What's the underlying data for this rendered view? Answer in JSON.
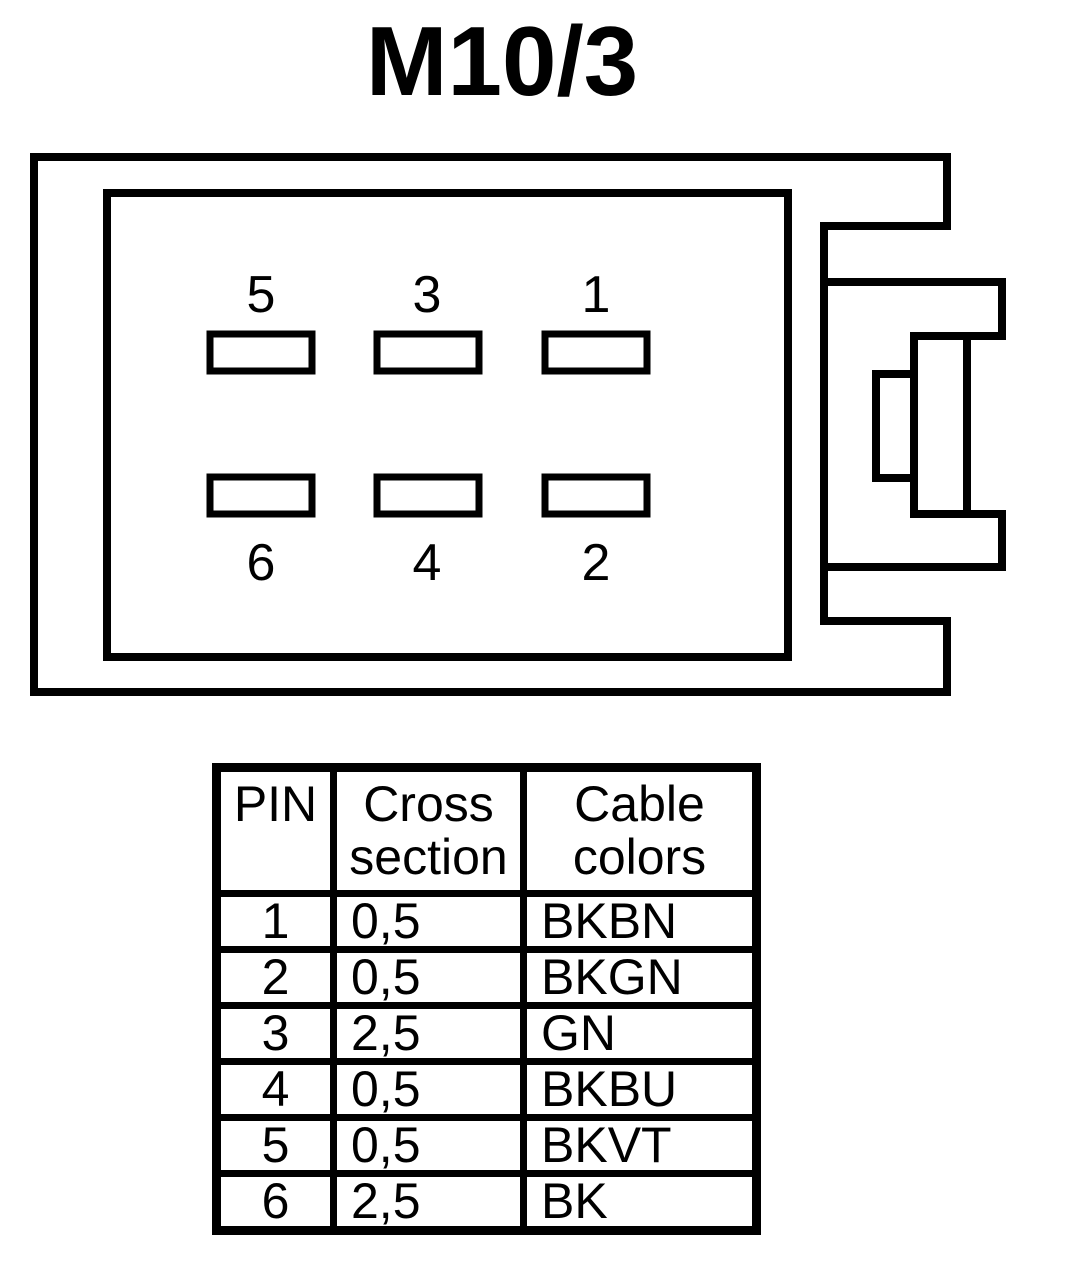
{
  "title": "M10/3",
  "connector": {
    "pin_labels_top": [
      "5",
      "3",
      "1"
    ],
    "pin_labels_bottom": [
      "6",
      "4",
      "2"
    ]
  },
  "table": {
    "headers": {
      "pin": "PIN",
      "cross_line1": "Cross",
      "cross_line2": "section",
      "cable_line1": "Cable",
      "cable_line2": "colors"
    },
    "rows": [
      {
        "pin": "1",
        "cross_section": "0,5",
        "cable_color": "BKBN"
      },
      {
        "pin": "2",
        "cross_section": "0,5",
        "cable_color": "BKGN"
      },
      {
        "pin": "3",
        "cross_section": "2,5",
        "cable_color": "GN"
      },
      {
        "pin": "4",
        "cross_section": "0,5",
        "cable_color": "BKBU"
      },
      {
        "pin": "5",
        "cross_section": "0,5",
        "cable_color": "BKVT"
      },
      {
        "pin": "6",
        "cross_section": "2,5",
        "cable_color": "BK"
      }
    ]
  },
  "colors": {
    "line": "#000000",
    "background": "#ffffff"
  }
}
